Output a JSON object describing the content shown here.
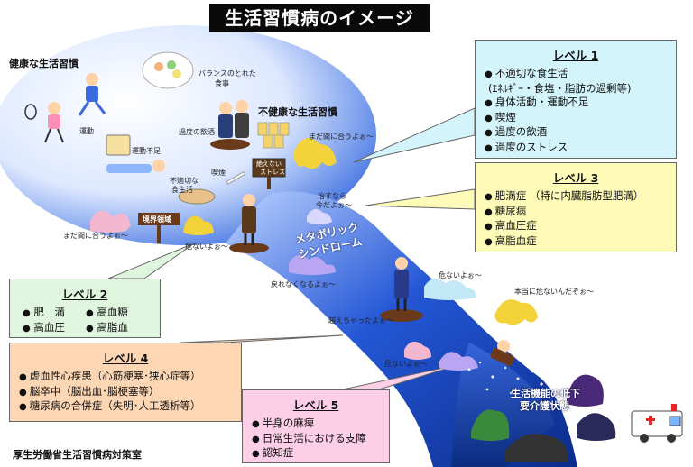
{
  "title": "生活習慣病のイメージ",
  "footer": "厚生労働省生活習慣病対策室",
  "left_labels": {
    "healthy": "健康な生活習慣",
    "exercise": "運動",
    "balanced_meal_1": "バランスのとれた",
    "balanced_meal_2": "食事",
    "unhealthy": "不健康な生活習慣",
    "drinking": "過度の飲酒",
    "stress_1": "絶えない",
    "stress_2": "ストレス",
    "lack_exercise": "運動不足",
    "smoking": "喫煙",
    "bad_diet_1": "不適切な",
    "bad_diet_2": "食生活",
    "boundary": "境界領域",
    "still_ok_1": "まだ間に合うよぉ～",
    "still_ok_2": "まだ間に合うよぉ～",
    "danger_1": "危ないよぉ～",
    "if_cure_1": "治すなら",
    "if_cure_2": "今だよぉ～",
    "metabolic_1": "メタボリック",
    "metabolic_2": "シンドローム",
    "cant_return": "戻れなくなるよぉ～",
    "danger_2": "危ないよぉ～",
    "really_danger": "本当に危ないんだぞぉ～",
    "crossed": "越えちゃったよぉ～",
    "danger_3": "危ないよぉ～",
    "decline_1": "生活機能の低下",
    "decline_2": "要介護状態"
  },
  "level1": {
    "title": "レベル 1",
    "items": [
      "不適切な食生活",
      "(ｴﾈﾙｷﾞｰ・食塩・脂肪の過剰等)",
      "身体活動・運動不足",
      "喫煙",
      "過度の飲酒",
      "過度のストレス"
    ]
  },
  "level2": {
    "title": "レベル 2",
    "items": [
      "肥　満",
      "高血糖",
      "高血圧",
      "高脂血"
    ]
  },
  "level3": {
    "title": "レベル 3",
    "items": [
      "肥満症 （特に内臓脂肪型肥満）",
      "糖尿病",
      "高血圧症",
      "高脂血症"
    ]
  },
  "level4": {
    "title": "レベル 4",
    "items": [
      "虚血性心疾患（心筋梗塞･狭心症等）",
      "脳卒中（脳出血･脳梗塞等）",
      "糖尿病の合併症（失明･人工透析等）"
    ]
  },
  "level5": {
    "title": "レベル 5",
    "items": [
      "半身の麻痺",
      "日常生活における支障",
      "認知症"
    ]
  },
  "colors": {
    "level1_bg": "#d4f4fb",
    "level2_bg": "#dff5dd",
    "level3_bg": "#fdfbb7",
    "level4_bg": "#fdd6b4",
    "level5_bg": "#fccfe6",
    "river": "#1f4fc0",
    "title_bg": "#0a0a0a"
  },
  "icons": [
    "person-running-icon",
    "person-tennis-icon",
    "person-standing-icon",
    "ghost-blob-icon",
    "ambulance-icon",
    "food-plate-icon",
    "beer-mugs-icon",
    "cigarette-icon",
    "tv-icon",
    "sign-post-icon"
  ]
}
